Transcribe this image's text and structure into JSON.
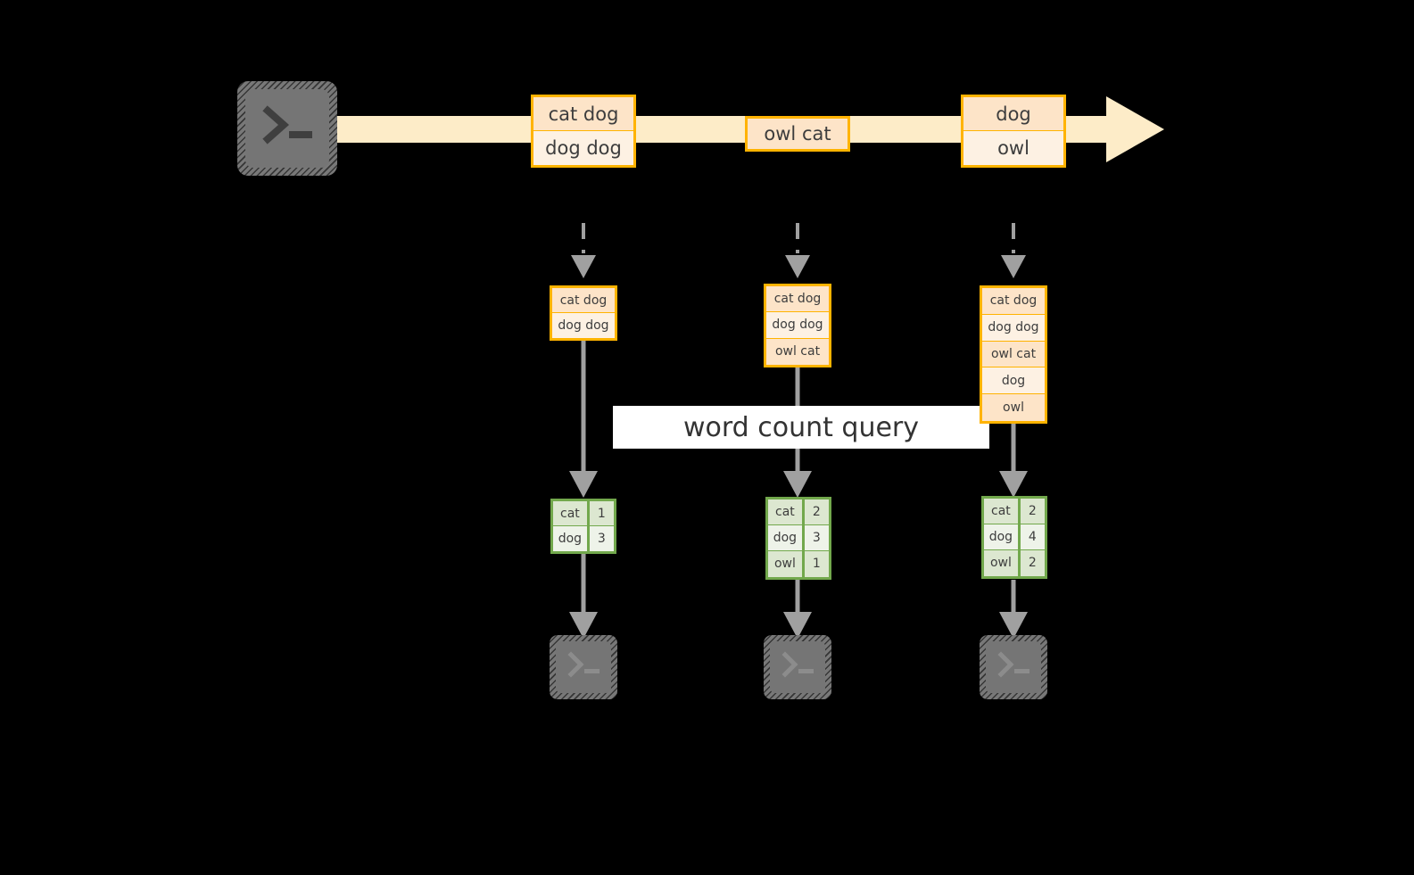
{
  "diagram": {
    "title_label": "word count query",
    "colors": {
      "background": "#000000",
      "stream_fill": "#fdecc8",
      "record_border": "#ffb300",
      "record_fill_dark": "#fde4c8",
      "record_fill_light": "#fdf1e3",
      "table_border": "#72a84c",
      "table_fill_dark": "#dce7d0",
      "table_fill_light": "#eef3e9",
      "arrow_gray": "#a0a0a0",
      "terminal_fill": "#757575",
      "label_bg": "#ffffff",
      "text": "#3d3d3d"
    },
    "source": {
      "icon": "terminal-icon",
      "glyph": ">_"
    },
    "stream": {
      "name": "event-stream-arrow",
      "records": [
        {
          "id": "stream-record-1",
          "lines": [
            "cat dog",
            "dog dog"
          ]
        },
        {
          "id": "stream-record-2",
          "lines": [
            "owl cat"
          ]
        },
        {
          "id": "stream-record-3",
          "lines": [
            "dog",
            "owl"
          ]
        }
      ]
    },
    "snapshots": [
      {
        "id": "state-snapshot-1",
        "lines": [
          "cat dog",
          "dog dog"
        ]
      },
      {
        "id": "state-snapshot-2",
        "lines": [
          "cat dog",
          "dog dog",
          "owl cat"
        ]
      },
      {
        "id": "state-snapshot-3",
        "lines": [
          "cat dog",
          "dog dog",
          "owl cat",
          "dog",
          "owl"
        ]
      }
    ],
    "results": [
      {
        "id": "word-count-result-1",
        "rows": [
          {
            "word": "cat",
            "count": "1"
          },
          {
            "word": "dog",
            "count": "3"
          }
        ]
      },
      {
        "id": "word-count-result-2",
        "rows": [
          {
            "word": "cat",
            "count": "2"
          },
          {
            "word": "dog",
            "count": "3"
          },
          {
            "word": "owl",
            "count": "1"
          }
        ]
      },
      {
        "id": "word-count-result-3",
        "rows": [
          {
            "word": "cat",
            "count": "2"
          },
          {
            "word": "dog",
            "count": "4"
          },
          {
            "word": "owl",
            "count": "2"
          }
        ]
      }
    ],
    "sinks": [
      {
        "id": "consumer-terminal-1",
        "glyph": ">_"
      },
      {
        "id": "consumer-terminal-2",
        "glyph": ">_"
      },
      {
        "id": "consumer-terminal-3",
        "glyph": ">_"
      }
    ]
  }
}
